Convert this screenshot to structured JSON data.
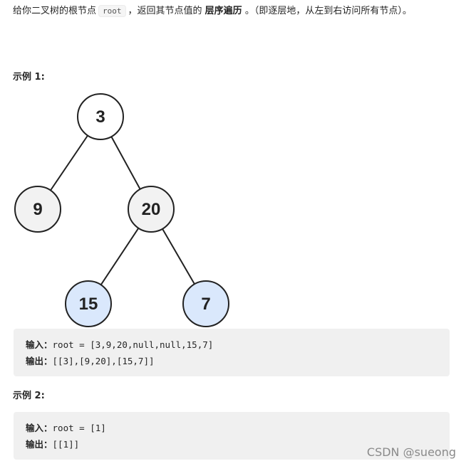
{
  "intro": {
    "part1": "给你二叉树的根节点",
    "code": "root",
    "part2": "，返回其节点值的",
    "bold": "层序遍历",
    "part3": "。（即逐层地，从左到右访问所有节点）。"
  },
  "example1": {
    "label": "示例 1:",
    "tree": {
      "nodes": [
        {
          "id": "n3",
          "value": "3",
          "fill": "#ffffff"
        },
        {
          "id": "n9",
          "value": "9",
          "fill": "#f2f2f2"
        },
        {
          "id": "n20",
          "value": "20",
          "fill": "#f2f2f2"
        },
        {
          "id": "n15",
          "value": "15",
          "fill": "#dae8fc"
        },
        {
          "id": "n7",
          "value": "7",
          "fill": "#dae8fc"
        }
      ],
      "edges": [
        [
          "n3",
          "n9"
        ],
        [
          "n3",
          "n20"
        ],
        [
          "n20",
          "n15"
        ],
        [
          "n20",
          "n7"
        ]
      ]
    },
    "input_key": "输入：",
    "input_value": "root = [3,9,20,null,null,15,7]",
    "output_key": "输出：",
    "output_value": "[[3],[9,20],[15,7]]"
  },
  "example2": {
    "label": "示例 2:",
    "input_key": "输入：",
    "input_value": "root = [1]",
    "output_key": "输出：",
    "output_value": "[[1]]"
  },
  "watermark": "CSDN @sueong",
  "colors": {
    "root_fill": "#ffffff",
    "level2_fill": "#f2f2f2",
    "leaf_fill": "#dae8fc",
    "stroke": "#222222",
    "code_bg": "#f0f0f0"
  }
}
